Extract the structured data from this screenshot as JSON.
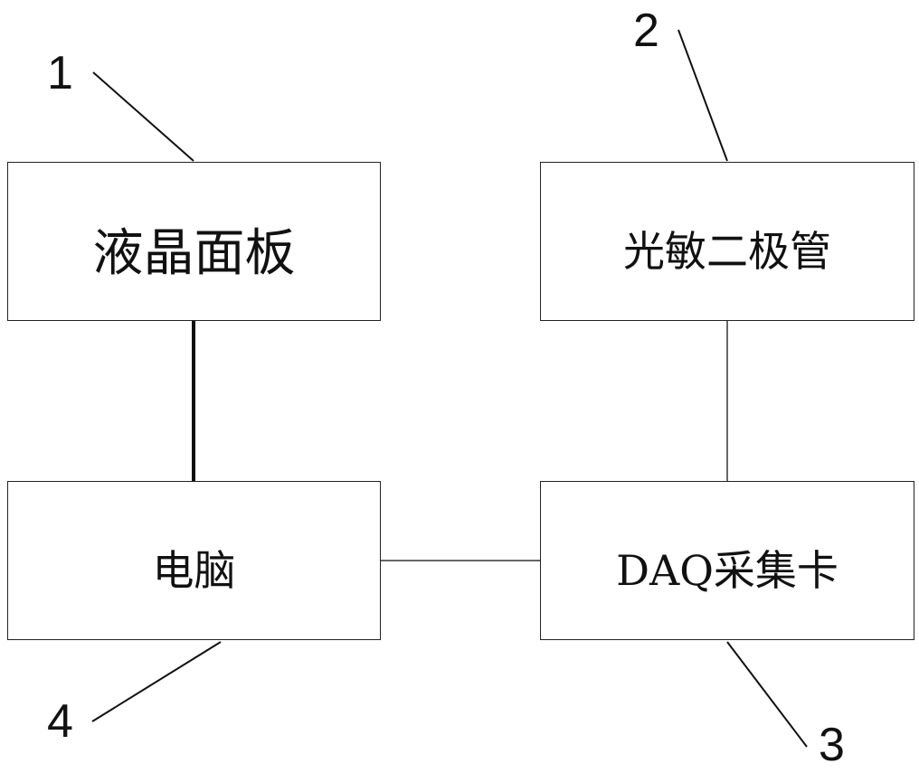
{
  "boxes": {
    "lcd_panel": "液晶面板",
    "photodiode": "光敏二极管",
    "computer": "电脑",
    "daq_card": "DAQ采集卡"
  },
  "reference_numbers": {
    "lcd_panel": "1",
    "photodiode": "2",
    "daq_card": "3",
    "computer": "4"
  },
  "colors": {
    "line": "#111111",
    "box_border": "#222222",
    "background": "#ffffff"
  }
}
